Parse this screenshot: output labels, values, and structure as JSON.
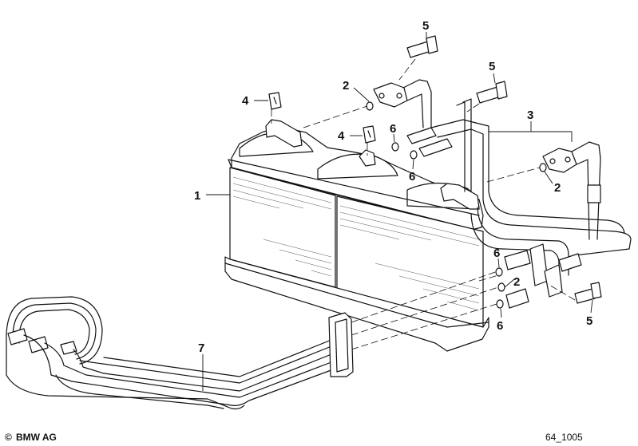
{
  "diagram": {
    "callouts": {
      "c1": "1",
      "c2a": "2",
      "c2b": "2",
      "c2c": "2",
      "c3": "3",
      "c4a": "4",
      "c4b": "4",
      "c5a": "5",
      "c5b": "5",
      "c5c": "5",
      "c6a": "6",
      "c6b": "6",
      "c6c": "6",
      "c6d": "6",
      "c7": "7"
    },
    "copyright_symbol": "©",
    "copyright": "BMW AG",
    "drawing_number": "64_1005"
  }
}
